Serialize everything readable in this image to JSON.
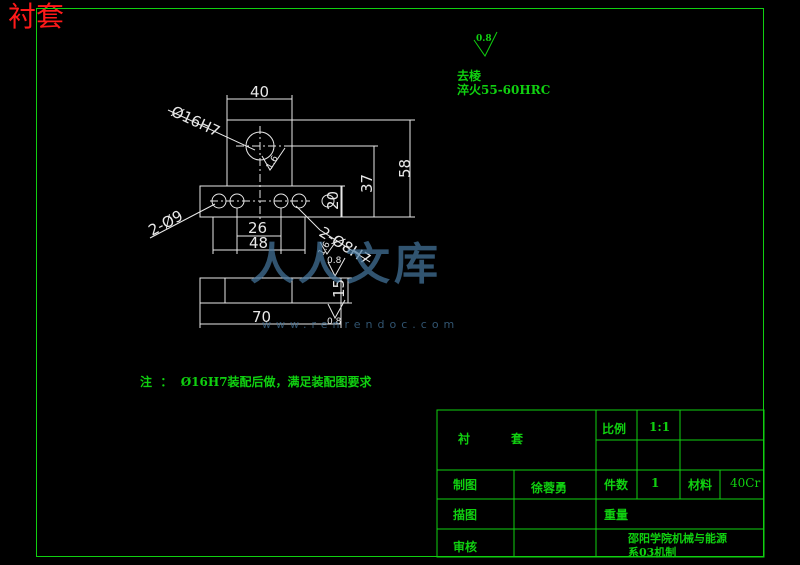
{
  "title_corner": "衬套",
  "surface_note": {
    "roughness": "0.8",
    "line1": "去棱",
    "line2": "淬火55-60HRC"
  },
  "dimensions": {
    "width_top": "40",
    "bore": "Ø16H7",
    "height_58": "58",
    "height_37": "37",
    "height_20": "20",
    "holes_9": "2-Ø9",
    "pitch_26": "26",
    "width_48": "48",
    "holes_8": "2-Ø8H7",
    "rough_a": "1.6",
    "rough_b": "1.6",
    "rough_c": "0.8",
    "rough_d": "0.8",
    "thick_15": "15",
    "length_70": "70"
  },
  "note": "注  ：  Ø16H7装配后做，满足装配图要求",
  "title_block": {
    "part_name_1": "衬",
    "part_name_2": "套",
    "scale_label": "比例",
    "scale_value": "1:1",
    "draw_label": "制图",
    "draw_name": "徐蓉勇",
    "qty_label": "件数",
    "qty_value": "1",
    "material_label": "材料",
    "material_value": "40Cr",
    "trace_label": "描图",
    "weight_label": "重量",
    "check_label": "审核",
    "school_line1": "邵阳学院机械与能源",
    "school_line2": "系03机制"
  },
  "watermark": {
    "text_cn": "人人文库",
    "url": "www.renrendoc.com"
  }
}
